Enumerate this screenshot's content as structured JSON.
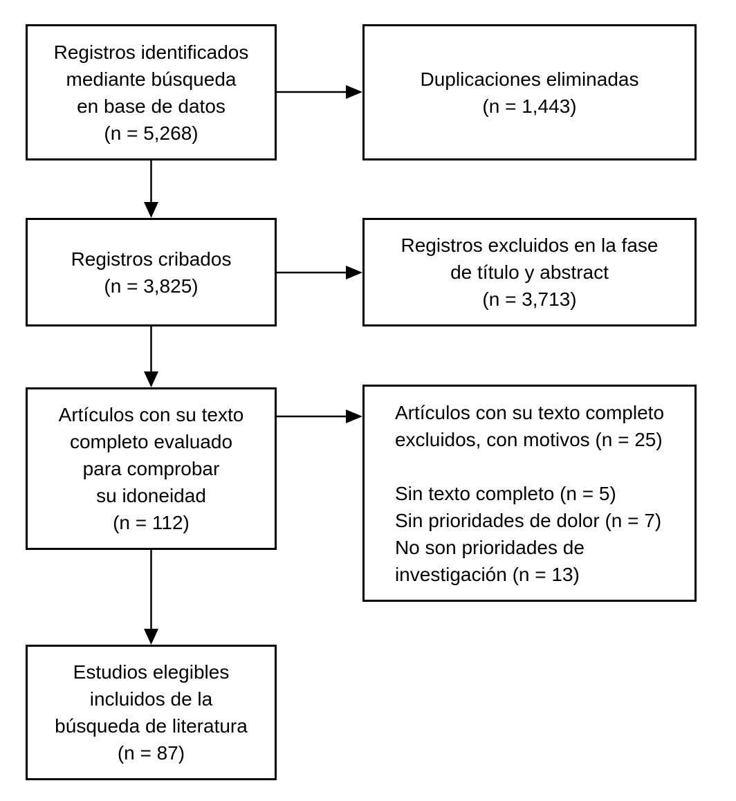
{
  "flowchart": {
    "colors": {
      "background": "#ffffff",
      "box_border": "#000000",
      "text": "#000000",
      "arrow": "#000000"
    },
    "boxes": {
      "records_identified": {
        "text": "Registros identificados\nmediante búsqueda\nen base de datos\n(n = 5,268)"
      },
      "duplicates_removed": {
        "text": "Duplicaciones eliminadas\n(n = 1,443)"
      },
      "records_screened": {
        "text": "Registros cribados\n(n = 3,825)"
      },
      "excluded_title_abstract": {
        "text": "Registros excluidos en la fase\nde título y abstract\n(n = 3,713)"
      },
      "fulltext_assessed": {
        "text": "Artículos con su texto\ncompleto evaluado\npara comprobar\nsu idoneidad\n(n = 112)"
      },
      "fulltext_excluded_reasons": {
        "text": "Artículos con su texto completo\nexcluidos, con motivos (n = 25)\n\nSin texto completo (n = 5)\nSin prioridades de dolor (n = 7)\nNo son prioridades de\ninvestigación (n = 13)"
      },
      "studies_included": {
        "text": "Estudios elegibles\nincluidos de la\nbúsqueda de literatura\n(n = 87)"
      }
    },
    "edges": [
      {
        "from": "records_identified",
        "to": "duplicates_removed"
      },
      {
        "from": "records_identified",
        "to": "records_screened"
      },
      {
        "from": "records_screened",
        "to": "excluded_title_abstract"
      },
      {
        "from": "records_screened",
        "to": "fulltext_assessed"
      },
      {
        "from": "fulltext_assessed",
        "to": "fulltext_excluded_reasons"
      },
      {
        "from": "fulltext_assessed",
        "to": "studies_included"
      }
    ]
  }
}
